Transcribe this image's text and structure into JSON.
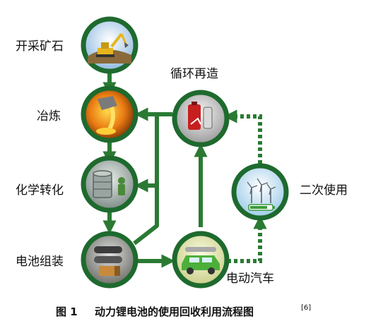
{
  "nodes": {
    "mining": {
      "label": "开采矿石",
      "icon": "excavator-icon"
    },
    "smelting": {
      "label": "冶炼",
      "icon": "molten-metal-icon"
    },
    "chemical_conversion": {
      "label": "化学转化",
      "icon": "chemical-plant-icon"
    },
    "battery_assembly": {
      "label": "电池组装",
      "icon": "battery-cells-icon"
    },
    "electric_vehicle": {
      "label": "电动汽车",
      "icon": "electric-car-icon"
    },
    "second_use": {
      "label": "二次使用",
      "icon": "wind-turbine-battery-icon"
    },
    "recycling": {
      "label": "循环再造",
      "icon": "recycled-battery-icon"
    }
  },
  "caption": {
    "figure_no": "图 1",
    "text": "动力锂电池的使用回收利用流程图",
    "ref": "[6]"
  },
  "colors": {
    "ring": "#1e6a2e",
    "arrow": "#2a7a33"
  }
}
